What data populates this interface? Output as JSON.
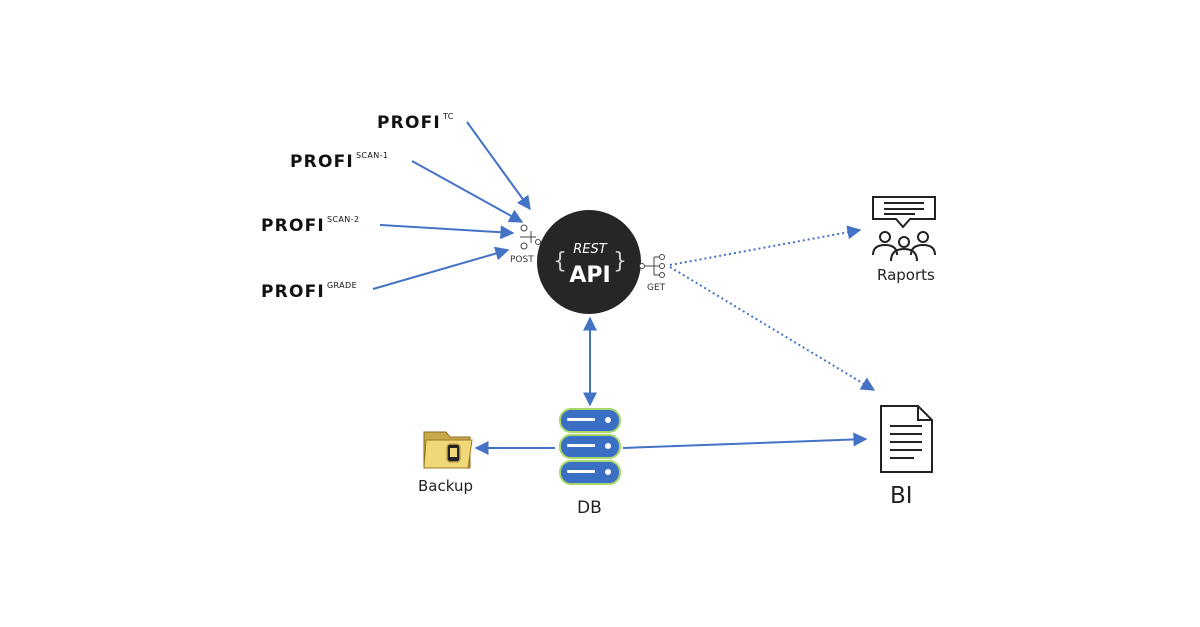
{
  "sources": [
    {
      "name": "PROFI",
      "sup": "TC"
    },
    {
      "name": "PROFI",
      "sup": "SCAN-1"
    },
    {
      "name": "PROFI",
      "sup": "SCAN-2"
    },
    {
      "name": "PROFI",
      "sup": "GRADE"
    }
  ],
  "api": {
    "rest": "REST",
    "api": "API",
    "brace_open": "{",
    "brace_close": "}"
  },
  "ports": {
    "post": "POST",
    "get": "GET"
  },
  "nodes": {
    "raports": "Raports",
    "backup": "Backup",
    "db": "DB",
    "bi": "BI"
  },
  "colors": {
    "arrow": "#4472c4",
    "api_circle": "#262626",
    "db_fill": "#3b6fc4",
    "db_stroke": "#a7d86b"
  }
}
